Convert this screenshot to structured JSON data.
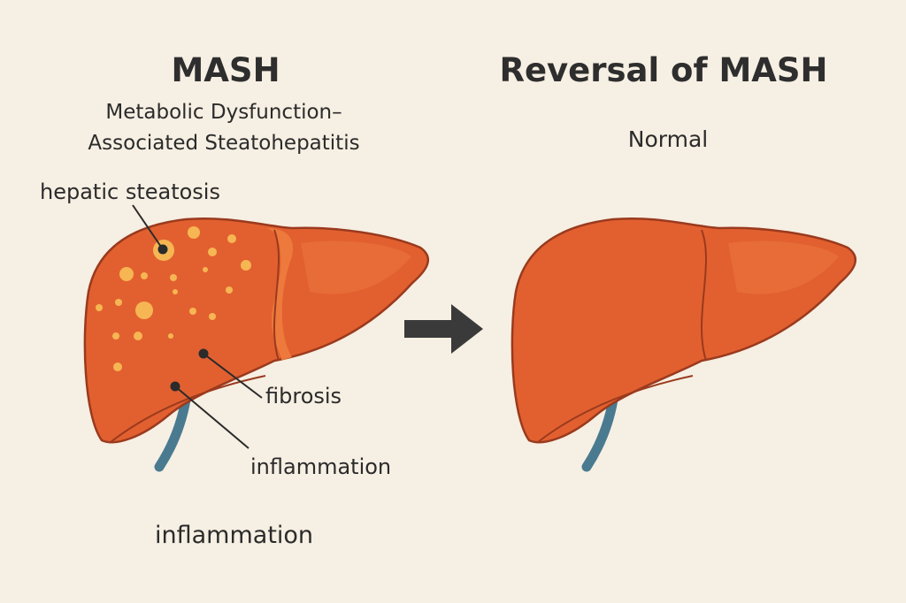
{
  "left_panel": {
    "title": "MASH",
    "subtitle_line1": "Metabolic Dysfunction–",
    "subtitle_line2": "Associated Steatohepatitis",
    "labels": {
      "steatosis": "hepatic steatosis",
      "fibrosis": "fibrosis",
      "inflammation": "inflammation"
    },
    "caption": "inflammation"
  },
  "right_panel": {
    "title": "Reversal of MASH",
    "subtitle": "Normal"
  },
  "colors": {
    "background": "#f6efe3",
    "liver": "#e2602f",
    "liver_outline": "#9a3a1e",
    "fat": "#f6b653",
    "vessel": "#4a7a90",
    "arrow": "#3a3a3a"
  }
}
